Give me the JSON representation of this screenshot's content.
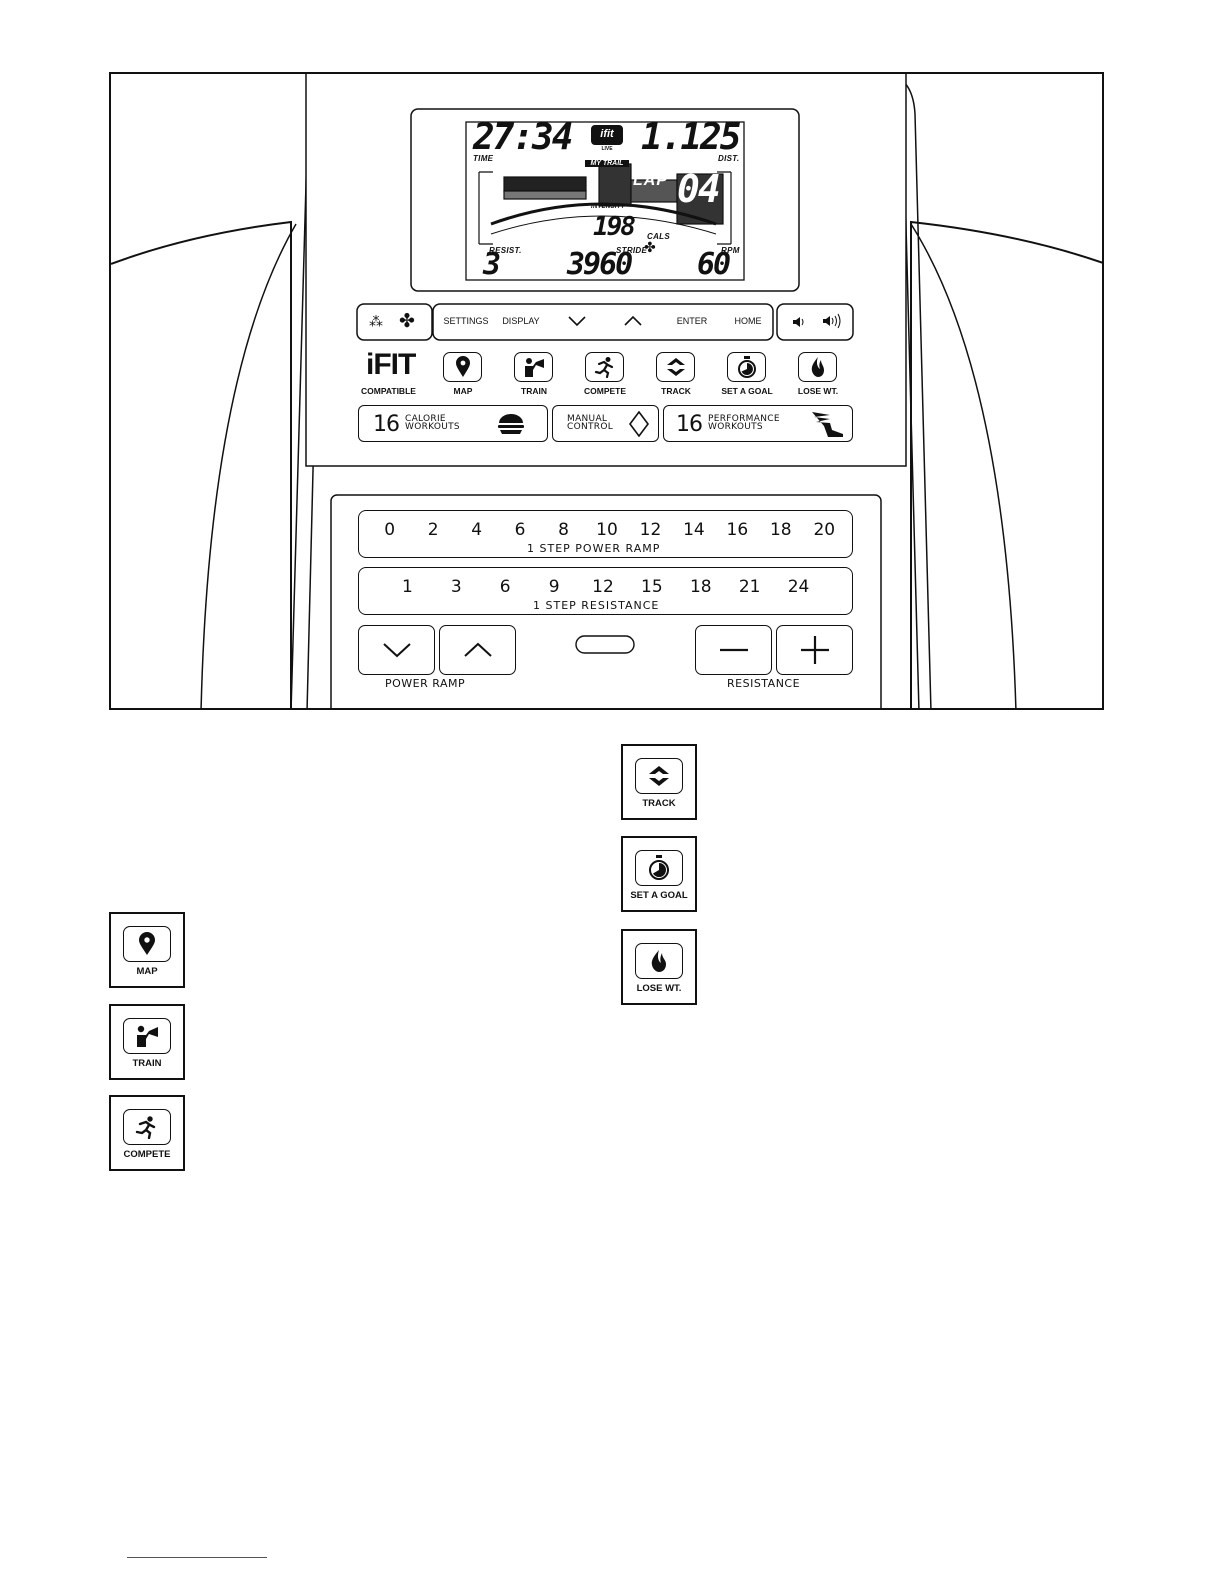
{
  "lcd": {
    "time_value": "27:34",
    "time_label": "TIME",
    "distance_value": "1.125",
    "distance_label": "DIST.",
    "ifit_badge": "ifit",
    "ifit_badge_sub": "LIVE",
    "my_trail_label": "MY TRAIL",
    "lap_label": "LAP",
    "lap_value": "04",
    "intensity_label": "INTENSITY",
    "calories_value": "198",
    "calories_label": "CALS",
    "resist_label": "RESIST.",
    "resist_value": "3",
    "stride_label": "STRIDE",
    "stride_value": "3960",
    "rpm_label": "RPM",
    "rpm_value": "60"
  },
  "control_bar": {
    "fan_low_icon": "fan-low-icon",
    "fan_high_icon": "fan-high-icon",
    "settings": "SETTINGS",
    "display": "DISPLAY",
    "enter": "ENTER",
    "home": "HOME",
    "volume_down_icon": "speaker-low-icon",
    "volume_up_icon": "speaker-high-icon"
  },
  "ifit": {
    "logo": "iFIT",
    "compatible": "COMPATIBLE"
  },
  "ifit_buttons": [
    {
      "label": "MAP",
      "icon": "map-pin-icon"
    },
    {
      "label": "TRAIN",
      "icon": "trainer-icon"
    },
    {
      "label": "COMPETE",
      "icon": "runner-icon"
    },
    {
      "label": "TRACK",
      "icon": "sync-icon"
    },
    {
      "label": "SET A GOAL",
      "icon": "stopwatch-icon"
    },
    {
      "label": "LOSE WT.",
      "icon": "flame-icon"
    }
  ],
  "workouts": {
    "calorie_number": "16",
    "calorie_line1": "CALORIE",
    "calorie_line2": "WORKOUTS",
    "manual_line1": "MANUAL",
    "manual_line2": "CONTROL",
    "performance_number": "16",
    "performance_line1": "PERFORMANCE",
    "performance_line2": "WORKOUTS"
  },
  "power_ramp_keys": {
    "values": [
      "0",
      "2",
      "4",
      "6",
      "8",
      "10",
      "12",
      "14",
      "16",
      "18",
      "20"
    ],
    "caption": "1 STEP POWER RAMP"
  },
  "resistance_keys": {
    "values": [
      "1",
      "3",
      "6",
      "9",
      "12",
      "15",
      "18",
      "21",
      "24"
    ],
    "caption": "1 STEP RESISTANCE"
  },
  "bottom_controls": {
    "power_ramp_label": "POWER RAMP",
    "resistance_label": "RESISTANCE"
  },
  "legend_left": [
    {
      "label": "MAP",
      "icon": "map-pin-icon"
    },
    {
      "label": "TRAIN",
      "icon": "trainer-icon"
    },
    {
      "label": "COMPETE",
      "icon": "runner-icon"
    }
  ],
  "legend_right": [
    {
      "label": "TRACK",
      "icon": "sync-icon"
    },
    {
      "label": "SET A GOAL",
      "icon": "stopwatch-icon"
    },
    {
      "label": "LOSE WT.",
      "icon": "flame-icon"
    }
  ]
}
